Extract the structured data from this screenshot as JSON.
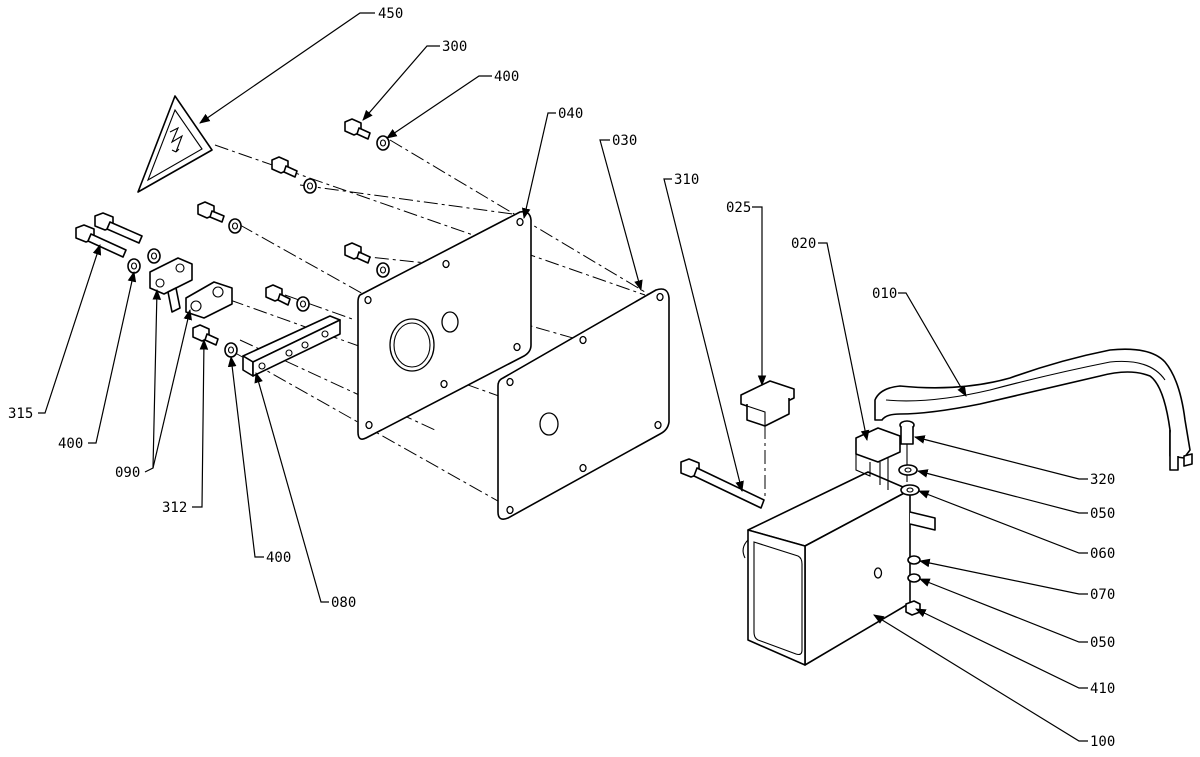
{
  "drawing": {
    "callouts": [
      {
        "id": "c450",
        "text": "450"
      },
      {
        "id": "c300",
        "text": "300"
      },
      {
        "id": "c400a",
        "text": "400"
      },
      {
        "id": "c040",
        "text": "040"
      },
      {
        "id": "c030",
        "text": "030"
      },
      {
        "id": "c310",
        "text": "310"
      },
      {
        "id": "c025",
        "text": "025"
      },
      {
        "id": "c020",
        "text": "020"
      },
      {
        "id": "c010",
        "text": "010"
      },
      {
        "id": "c315",
        "text": "315"
      },
      {
        "id": "c400b",
        "text": "400"
      },
      {
        "id": "c090",
        "text": "090"
      },
      {
        "id": "c312",
        "text": "312"
      },
      {
        "id": "c400c",
        "text": "400"
      },
      {
        "id": "c080",
        "text": "080"
      },
      {
        "id": "c320",
        "text": "320"
      },
      {
        "id": "c050a",
        "text": "050"
      },
      {
        "id": "c060",
        "text": "060"
      },
      {
        "id": "c070",
        "text": "070"
      },
      {
        "id": "c050b",
        "text": "050"
      },
      {
        "id": "c410",
        "text": "410"
      },
      {
        "id": "c100",
        "text": "100"
      }
    ]
  }
}
